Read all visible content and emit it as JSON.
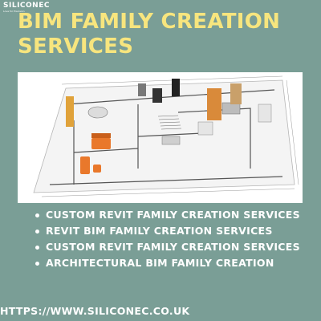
{
  "brand": {
    "logo_text": "SILICONEC",
    "tagline": "Love for Precision"
  },
  "header": {
    "title_line1": "BIM FAMILY CREATION",
    "title_line2": "SERVICES"
  },
  "services": [
    {
      "label": "CUSTOM REVIT FAMILY CREATION SERVICES"
    },
    {
      "label": "REVIT BIM FAMILY CREATION SERVICES"
    },
    {
      "label": "CUSTOM REVIT FAMILY CREATION SERVICES"
    },
    {
      "label": "ARCHITECTURAL BIM FAMILY CREATION"
    }
  ],
  "footer": {
    "url": "HTTPS://WWW.SILICONEC.CO.UK"
  },
  "colors": {
    "background": "#7a9e96",
    "title": "#f7e57e",
    "text": "#ffffff",
    "furniture_accent": "#e9782b"
  }
}
